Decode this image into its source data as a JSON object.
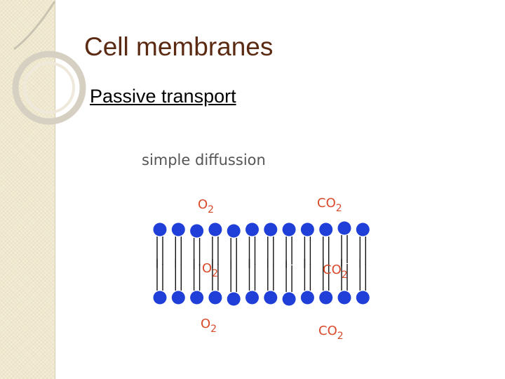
{
  "slide": {
    "title": "Cell membranes",
    "subtitle": "Passive transport"
  },
  "diagram": {
    "caption": "simple diffussion",
    "molecules": {
      "oxygen": {
        "text": "O",
        "subscript": "2"
      },
      "carbon_dioxide": {
        "text": "CO",
        "subscript": "2"
      }
    },
    "colors": {
      "head": "#1f3fd8",
      "label": "#d94a2a",
      "caption": "#555555",
      "title": "#5b2a12"
    }
  }
}
